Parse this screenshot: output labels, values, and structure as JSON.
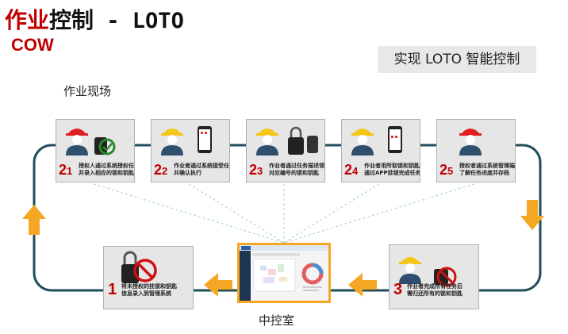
{
  "title": {
    "prefix": "作业",
    "middle": "控制",
    "suffix": " - LOTO",
    "sub": "COW"
  },
  "slogan": "实现 LOTO 智能控制",
  "labels": {
    "site": "作业现场",
    "control_room": "中控室"
  },
  "colors": {
    "accent_red": "#c00000",
    "loop_line": "#1f4e5a",
    "arrow_orange": "#f5a623",
    "dashed": "#9fd6c0"
  },
  "steps_top": [
    {
      "num": "2",
      "sub": "1",
      "lines": [
        "授权人通过系统授权任务",
        "并录入相应的锁和钥匙"
      ],
      "helmet": "red"
    },
    {
      "num": "2",
      "sub": "2",
      "lines": [
        "作业者通过系统接受任务",
        "并确认执行"
      ],
      "helmet": "yellow"
    },
    {
      "num": "2",
      "sub": "3",
      "lines": [
        "作业者通过任务描述领取",
        "对应编号的锁和钥匙"
      ],
      "helmet": "yellow"
    },
    {
      "num": "2",
      "sub": "4",
      "lines": [
        "作业者用所取锁和钥匙",
        "通过APP挂锁完成任务"
      ],
      "helmet": "yellow"
    },
    {
      "num": "2",
      "sub": "5",
      "lines": [
        "授权者通过系统管理端",
        "了解任务进度并存档"
      ],
      "helmet": "red"
    }
  ],
  "steps_bottom": [
    {
      "num": "1",
      "lines": [
        "将未授权的挂锁和钥匙",
        "信息录入到管理系统"
      ]
    },
    {
      "num": "3",
      "lines": [
        "作业者完成所有任务后",
        "需归还所有的锁和钥匙"
      ],
      "helmet": "yellow"
    }
  ]
}
